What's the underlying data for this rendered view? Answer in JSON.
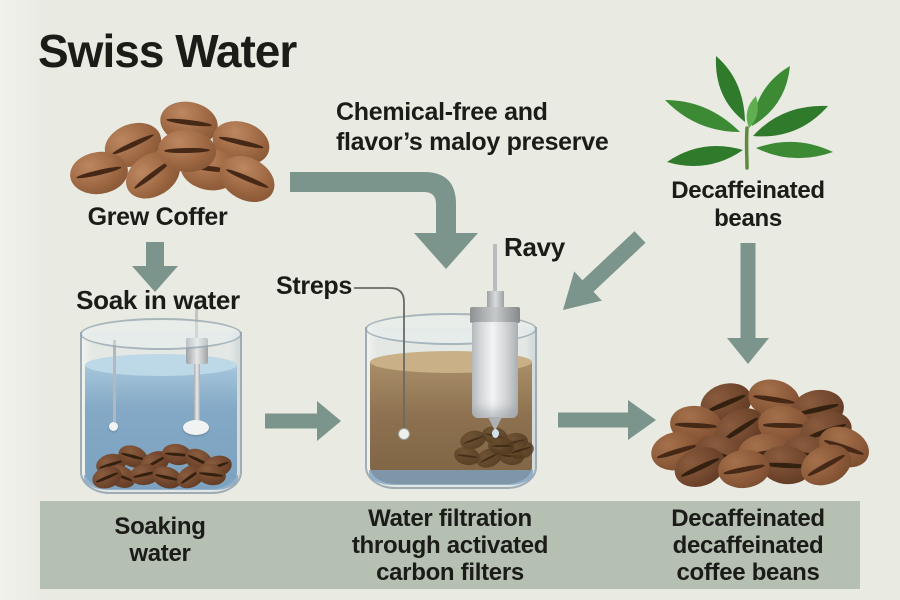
{
  "title": "Swiss Water",
  "stage1": {
    "beans_label": "Grew Coffer",
    "soak_label": "Soak in water"
  },
  "note": {
    "line1": "Chemical-free and",
    "line2": "flavor’s maloy preserve"
  },
  "callouts": {
    "streps": "Streps",
    "ravy": "Ravy"
  },
  "plant": {
    "line1": "Decaffeinated",
    "line2": "beans"
  },
  "bottom_bar": {
    "items": [
      {
        "lines": [
          "Soaking",
          "water",
          ""
        ]
      },
      {
        "lines": [
          "Water filtration",
          "through activated",
          "carbon filters"
        ]
      },
      {
        "lines": [
          "Decaffeinated",
          "decaffeinated",
          "coffee beans"
        ]
      }
    ]
  },
  "colors": {
    "background": "#e9eae2",
    "text": "#1b1b18",
    "arrow": "#7b948c",
    "bar": "#b5c0b3",
    "water_surface": "#bdd8e6",
    "liquid_surface": "#c9b086",
    "leaf_dark": "#2f7a2b",
    "leaf_mid": "#3c8a34",
    "leaf_light": "#5fae4f",
    "stem": "#5f8a3e"
  }
}
